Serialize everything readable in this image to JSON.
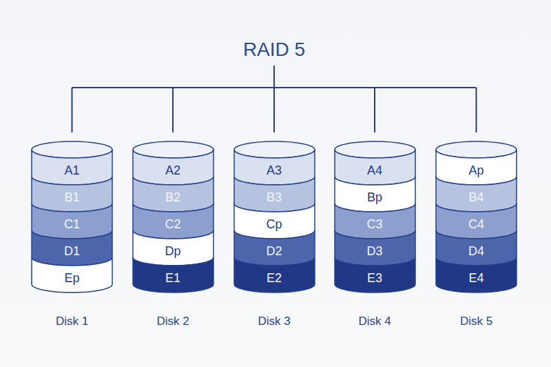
{
  "diagram": {
    "title": "RAID 5",
    "nodes": [
      {
        "text": [
          "Disk 1"
        ]
      },
      {
        "text": [
          "A1"
        ],
        "in": 0
      },
      {
        "text": [
          "B1"
        ],
        "in": 0
      },
      {
        "text": [
          "C1"
        ],
        "in": 0
      },
      {
        "text": [
          "D1"
        ],
        "in": 0
      },
      {
        "text": [
          "Ep"
        ],
        "in": 0
      },
      {
        "text": [
          "Disk 2"
        ]
      },
      {
        "text": [
          "A2"
        ],
        "in": 6
      },
      {
        "text": [
          "B2"
        ],
        "in": 6
      },
      {
        "text": [
          "C2"
        ],
        "in": 6
      },
      {
        "text": [
          "Dp"
        ],
        "in": 6
      },
      {
        "text": [
          "E1"
        ],
        "in": 6
      },
      {
        "text": [
          "Disk 3"
        ]
      },
      {
        "text": [
          "A3"
        ],
        "in": 12
      },
      {
        "text": [
          "B3"
        ],
        "in": 12
      },
      {
        "text": [
          "Cp"
        ],
        "in": 12
      },
      {
        "text": [
          "D2"
        ],
        "in": 12
      },
      {
        "text": [
          "E2"
        ],
        "in": 12
      },
      {
        "text": [
          "Disk 4"
        ]
      },
      {
        "text": [
          "A4"
        ],
        "in": 18
      },
      {
        "text": [
          "Bp"
        ],
        "in": 18
      },
      {
        "text": [
          "C3"
        ],
        "in": 18
      },
      {
        "text": [
          "D3"
        ],
        "in": 18
      },
      {
        "text": [
          "E3"
        ],
        "in": 18
      },
      {
        "text": [
          "Disk 5"
        ]
      },
      {
        "text": [
          "Ap"
        ],
        "in": 24
      },
      {
        "text": [
          "B4"
        ],
        "in": 24
      },
      {
        "text": [
          "C4"
        ],
        "in": 24
      },
      {
        "text": [
          "D4"
        ],
        "in": 24
      },
      {
        "text": [
          "E4"
        ],
        "in": 24
      }
    ]
  }
}
